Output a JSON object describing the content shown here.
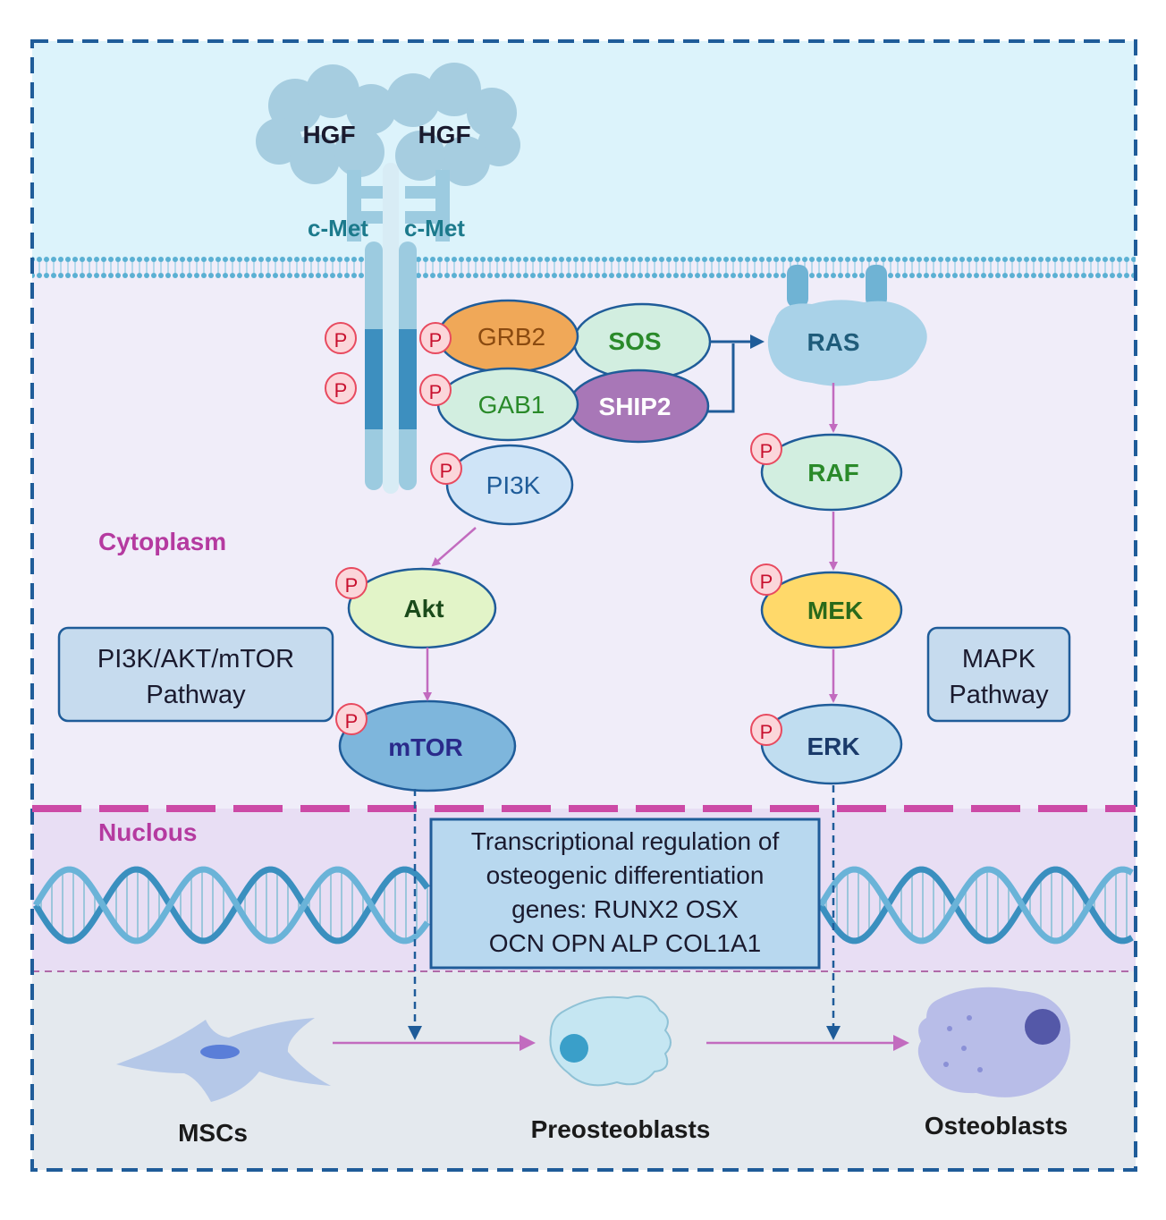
{
  "extracellular": {
    "ligands": [
      "HGF",
      "HGF"
    ],
    "receptors": [
      "c-Met",
      "c-Met"
    ]
  },
  "phospho_label": "P",
  "adaptors": {
    "grb2": "GRB2",
    "sos": "SOS",
    "gab1": "GAB1",
    "ship2": "SHIP2",
    "pi3k": "PI3K"
  },
  "pi3k_branch": {
    "akt": "Akt",
    "mtor": "mTOR",
    "pathway_line1": "PI3K/AKT/mTOR",
    "pathway_line2": "Pathway"
  },
  "mapk_branch": {
    "ras": "RAS",
    "raf": "RAF",
    "mek": "MEK",
    "erk": "ERK",
    "pathway_line1": "MAPK",
    "pathway_line2": "Pathway"
  },
  "compartments": {
    "cytoplasm": "Cytoplasm",
    "nucleus": "Nuclous"
  },
  "transcription_box": [
    "Transcriptional regulation of",
    "osteogenic differentiation",
    "genes: RUNX2 OSX",
    "OCN OPN ALP COL1A1"
  ],
  "cells": {
    "msc": "MSCs",
    "preosteoblast": "Preosteoblasts",
    "osteoblast": "Osteoblasts"
  },
  "colors": {
    "extracellular_bg": "#dcf3fb",
    "cytoplasm_bg": "#f0edf9",
    "nucleus_bg": "#e8def4",
    "bottom_bg": "#e4e9ee",
    "frame": "#1f5c99",
    "membrane": "#5bb0d3",
    "phospho": "#e84a5f",
    "arrow_pink": "#c26bbf",
    "arrow_blue": "#1f5c99",
    "nuclear_border": "#cc4aa6",
    "compartment_label": "#b53aa0"
  }
}
